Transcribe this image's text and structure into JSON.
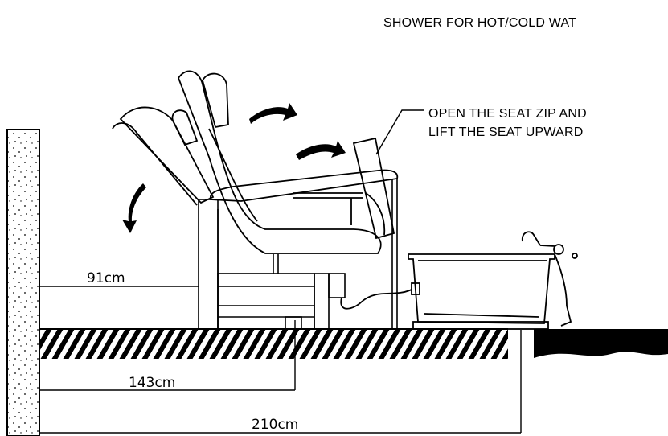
{
  "labels": {
    "shower": "SHOWER FOR HOT/COLD WAT",
    "seat_line1": "OPEN THE SEAT ZIP AND",
    "seat_line2": "LIFT THE SEAT UPWARD"
  },
  "dimensions": {
    "d1": "91cm",
    "d2": "143cm",
    "d3": "210cm"
  }
}
